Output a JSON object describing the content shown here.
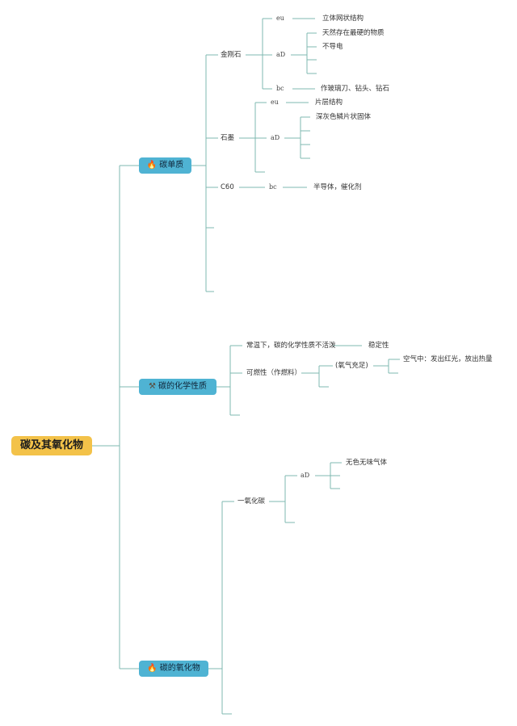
{
  "root": {
    "label": "碳及其氧化物"
  },
  "icons": {
    "fire": "fire-icon",
    "tools": "hammer-pick-icon"
  },
  "branches": {
    "element": {
      "label": "碳单质",
      "diamond": {
        "name": "金刚石",
        "eu": "eu",
        "eu_text": "立体网状结构",
        "ad": "aD",
        "ad_text1": "天然存在最硬的物质",
        "ad_text2": "不导电",
        "bc": "bc",
        "bc_text": "作玻璃刀、钻头、钻石"
      },
      "graphite": {
        "name": "石墨",
        "eu": "eu",
        "eu_text": "片层结构",
        "ad": "aD",
        "ad_text1": "深灰色鳞片状固体"
      },
      "c60": {
        "name": "C60",
        "bc": "bc",
        "bc_text": "半导体，催化剂"
      }
    },
    "chem": {
      "label": "碳的化学性质",
      "stable": {
        "text": "常温下，碳的化学性质不活泼",
        "result": "稳定性"
      },
      "combust": {
        "text": "可燃性（作燃料）",
        "cond": "(氧气充足)",
        "result": "空气中：发出红光，放出热量"
      }
    },
    "oxide": {
      "label": "碳的氧化物",
      "co": {
        "name": "一氧化碳",
        "ad": "aD",
        "ad_text1": "无色无味气体"
      }
    }
  }
}
